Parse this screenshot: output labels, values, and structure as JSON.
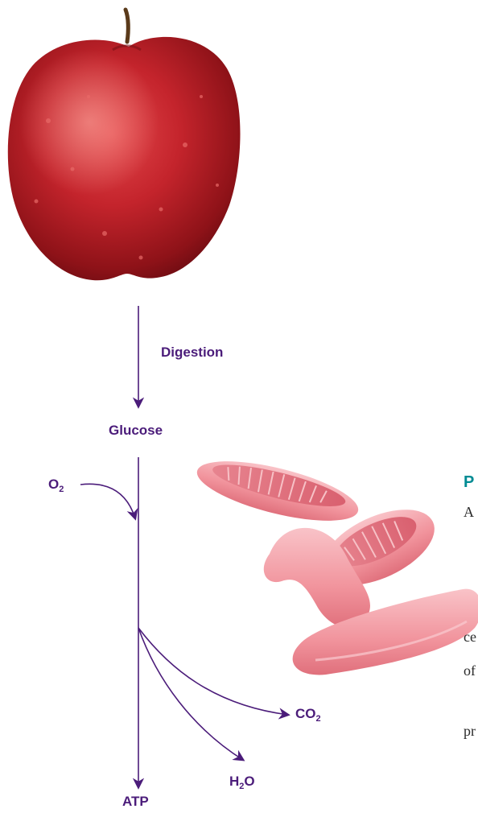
{
  "diagram": {
    "digestion_label": "Digestion",
    "glucose_label": "Glucose",
    "oxygen": {
      "base": "O",
      "sub": "2"
    },
    "atp_label": "ATP",
    "water": {
      "pre": "H",
      "sub": "2",
      "post": "O"
    },
    "carbon_dioxide": {
      "base": "CO",
      "sub": "2"
    }
  },
  "clipped_text": {
    "heading_fragment": "P",
    "line1": "A",
    "line2": "ce",
    "line3": "of",
    "line4": "pr"
  },
  "colors": {
    "arrow": "#4b1c7a",
    "label": "#4b1c7a",
    "heading": "#008b93",
    "apple": "#c0282e",
    "mitochondria": "#f4a0a8"
  }
}
